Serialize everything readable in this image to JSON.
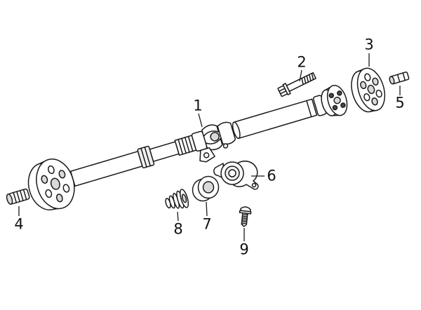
{
  "page": {
    "colors": {
      "background": "#ffffff",
      "line": "#1a1a1a",
      "shade": "#d9d9d9",
      "bolt_dot": "#4a4a4a"
    }
  },
  "diagram": {
    "callouts": [
      {
        "label": "1"
      },
      {
        "label": "2"
      },
      {
        "label": "3"
      },
      {
        "label": "4"
      },
      {
        "label": "5"
      },
      {
        "label": "6"
      },
      {
        "label": "7"
      },
      {
        "label": "8"
      },
      {
        "label": "9"
      }
    ]
  }
}
